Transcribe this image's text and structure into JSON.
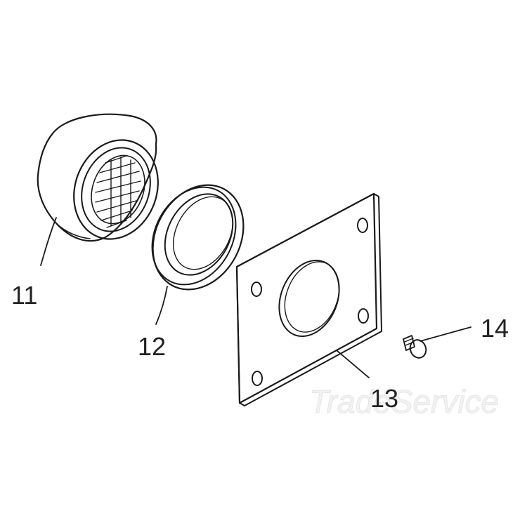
{
  "parts": [
    {
      "id": "needle-bearing",
      "label": "11"
    },
    {
      "id": "seal-ring",
      "label": "12"
    },
    {
      "id": "mounting-plate",
      "label": "13"
    },
    {
      "id": "screw",
      "label": "14"
    }
  ],
  "watermark": "TradeService",
  "colors": {
    "line": "#1a1a1a",
    "label": "#222222",
    "background": "#ffffff",
    "watermark": "#e6e6e6"
  }
}
